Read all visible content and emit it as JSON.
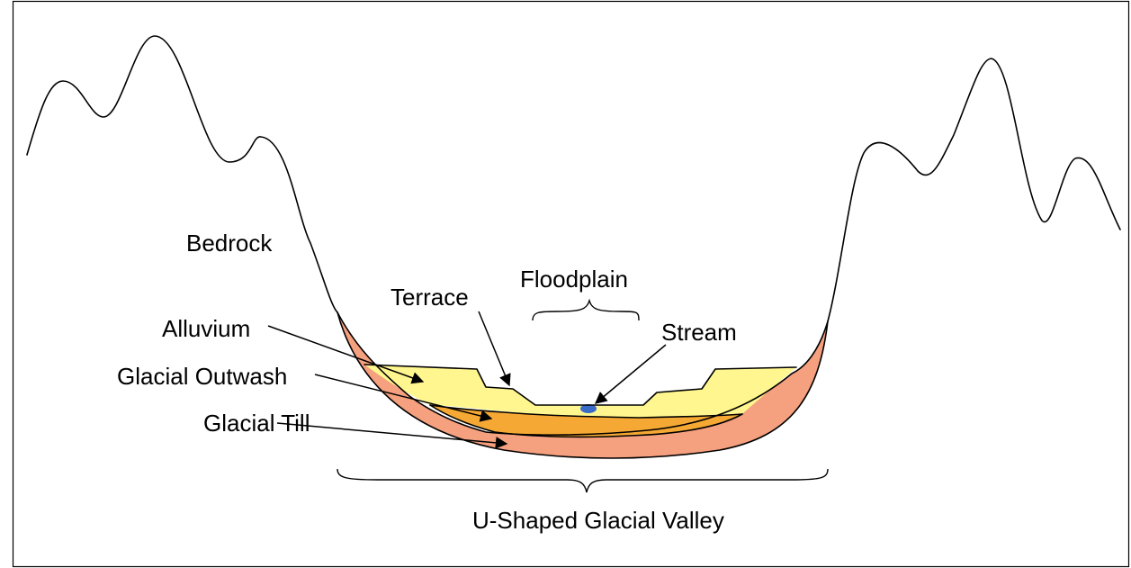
{
  "labels": {
    "bedrock": "Bedrock",
    "terrace": "Terrace",
    "floodplain": "Floodplain",
    "stream": "Stream",
    "alluvium": "Alluvium",
    "glacial_outwash": "Glacial Outwash",
    "glacial_till": "Glacial Till",
    "valley": "U-Shaped Glacial Valley"
  },
  "colors": {
    "alluvium": "#FFF68F",
    "glacial_outwash": "#F5A833",
    "glacial_till": "#F5A07E",
    "stream": "#3A6BC9",
    "outline": "#000000",
    "frame": "#000000"
  }
}
